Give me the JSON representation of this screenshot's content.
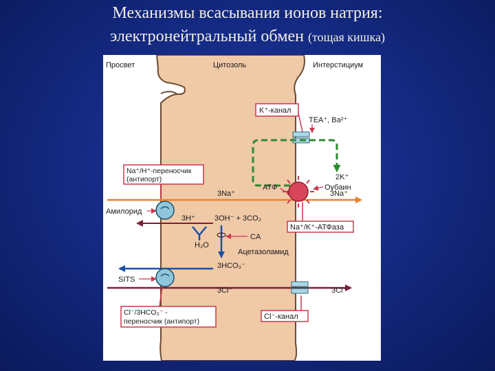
{
  "slide": {
    "title_line1": "Механизмы всасывания ионов натрия:",
    "title_line2_main": "электронейтральный обмен",
    "title_line2_sub": "(тощая кишка)"
  },
  "diagram": {
    "regions": {
      "lumen": "Просвет",
      "cytosol": "Цитозоль",
      "interstitium": "Интерстициум"
    },
    "k_channel_label": "K⁺-канал",
    "tea_ba": "TEA⁺, Ba²⁺",
    "two_k": "2K⁺",
    "atp": "АТФ",
    "ouabain": "Оубаин",
    "three_na_cytosol": "3Na⁺",
    "three_na_interstitium": "3Na⁺",
    "amiloride": "Амилорид",
    "nah_label_line1": "Na⁺/H⁺-переносчик",
    "nah_label_line2": "(антипорт)",
    "three_h": "3H⁺",
    "three_oh": "3OH⁻ + 3CO₂",
    "h2o": "H₂O",
    "ca": "CA",
    "acetazolamide": "Ацетазоламид",
    "nak_atpase": "Na⁺/K⁺-АТФаза",
    "three_hco3": "3HCO₃⁻",
    "sits": "SITS",
    "three_cl_cytosol": "3Cl⁻",
    "three_cl_interstitium": "3Cl⁻",
    "cl_channel": "Cl⁻-канал",
    "cl_hco3_line1": "Cl⁻/3HCO₃⁻ -",
    "cl_hco3_line2": "переносчик (антипорт)"
  },
  "colors": {
    "background": "#13287e",
    "title_text": "#f2efe6",
    "panel": "#ffffff",
    "cell": "#f0c9a7",
    "cell_edge": "#6b4a32",
    "label_edge": "#c8384f",
    "sodium_arrow": "#e9822b",
    "potassium_loop": "#2d8a2f",
    "chloride_arrow": "#7a1f35",
    "bicarbonate_arrow": "#1f4ea3",
    "carrier": "#8fc6dc",
    "atpase": "#d8455a",
    "channel": "#a9d7e6"
  },
  "icons": [
    "transporter-icon",
    "atpase-icon",
    "channel-icon"
  ]
}
